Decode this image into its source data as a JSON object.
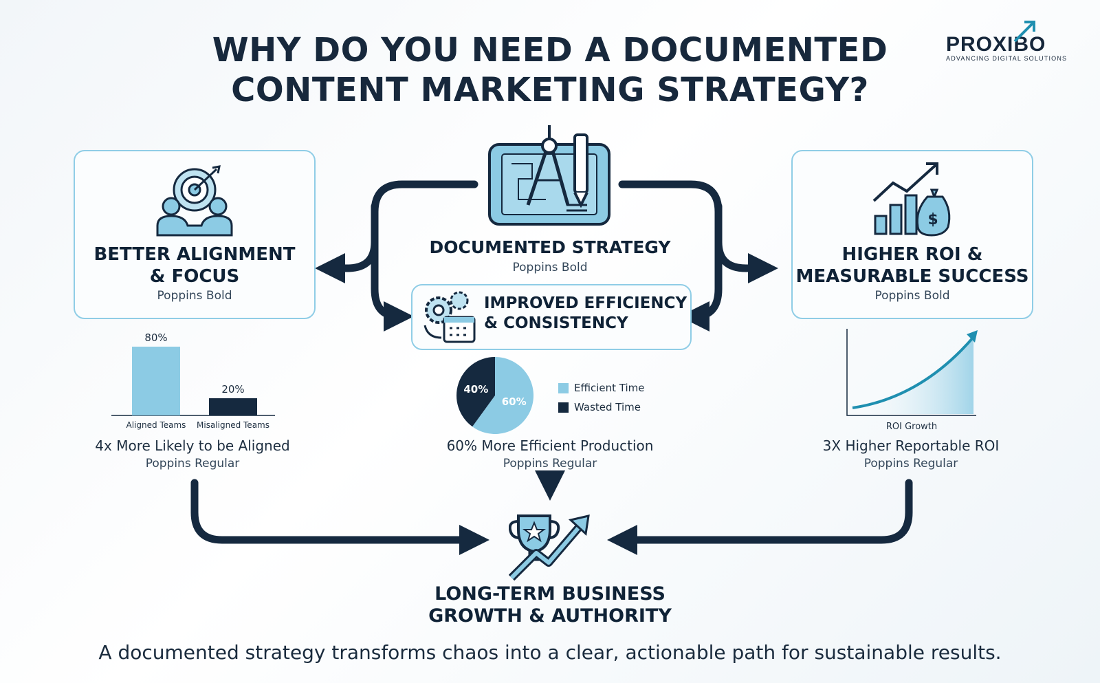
{
  "title": {
    "line1": "WHY DO YOU NEED A DOCUMENTED",
    "line2": "CONTENT MARKETING STRATEGY?"
  },
  "logo": {
    "name": "PROXIBO",
    "tagline": "ADVANCING DIGITAL SOLUTIONS",
    "icon": "arrow-up-right-icon"
  },
  "center": {
    "title": "DOCUMENTED STRATEGY",
    "subtitle": "Poppins Bold",
    "icon": "blueprint-compass-icon"
  },
  "left_card": {
    "title_line1": "BETTER ALIGNMENT",
    "title_line2": "& FOCUS",
    "subtitle": "Poppins Bold",
    "icon": "team-target-icon"
  },
  "right_card": {
    "title_line1": "HIGHER ROI &",
    "title_line2": "MEASURABLE SUCCESS",
    "subtitle": "Poppins Bold",
    "icon": "growth-moneybag-icon"
  },
  "efficiency_card": {
    "title_line1": "IMPROVED EFFICIENCY",
    "title_line2": "& CONSISTENCY",
    "icon": "gears-calendar-icon"
  },
  "left_metric": {
    "headline": "4x More Likely to be Aligned",
    "subtitle": "Poppins Regular"
  },
  "center_metric": {
    "headline": "60% More Efficient Production",
    "subtitle": "Poppins Regular"
  },
  "right_metric": {
    "headline": "3X Higher Reportable ROI",
    "subtitle": "Poppins Regular"
  },
  "outcome": {
    "line1": "LONG-TERM BUSINESS",
    "line2": "GROWTH & AUTHORITY",
    "icon": "trophy-growth-icon"
  },
  "footer": {
    "text": "A documented strategy transforms chaos into a clear, actionable path for sustainable results."
  },
  "colors": {
    "navy": "#15293f",
    "light_blue": "#8ccbe4",
    "teal": "#1f8fb0"
  },
  "chart_data": [
    {
      "type": "bar",
      "categories": [
        "Aligned Teams",
        "Misaligned Teams"
      ],
      "values": [
        80,
        20
      ],
      "value_labels": [
        "80%",
        "20%"
      ],
      "colors": [
        "#8ccbe4",
        "#15293f"
      ],
      "ylim": [
        0,
        80
      ]
    },
    {
      "type": "pie",
      "labels": [
        "Efficient Time",
        "Wasted Time"
      ],
      "values": [
        60,
        40
      ],
      "value_labels": [
        "60%",
        "40%"
      ],
      "colors": [
        "#8ccbe4",
        "#15293f"
      ]
    },
    {
      "type": "area",
      "xlabel": "ROI Growth",
      "shape": "exponential"
    }
  ]
}
